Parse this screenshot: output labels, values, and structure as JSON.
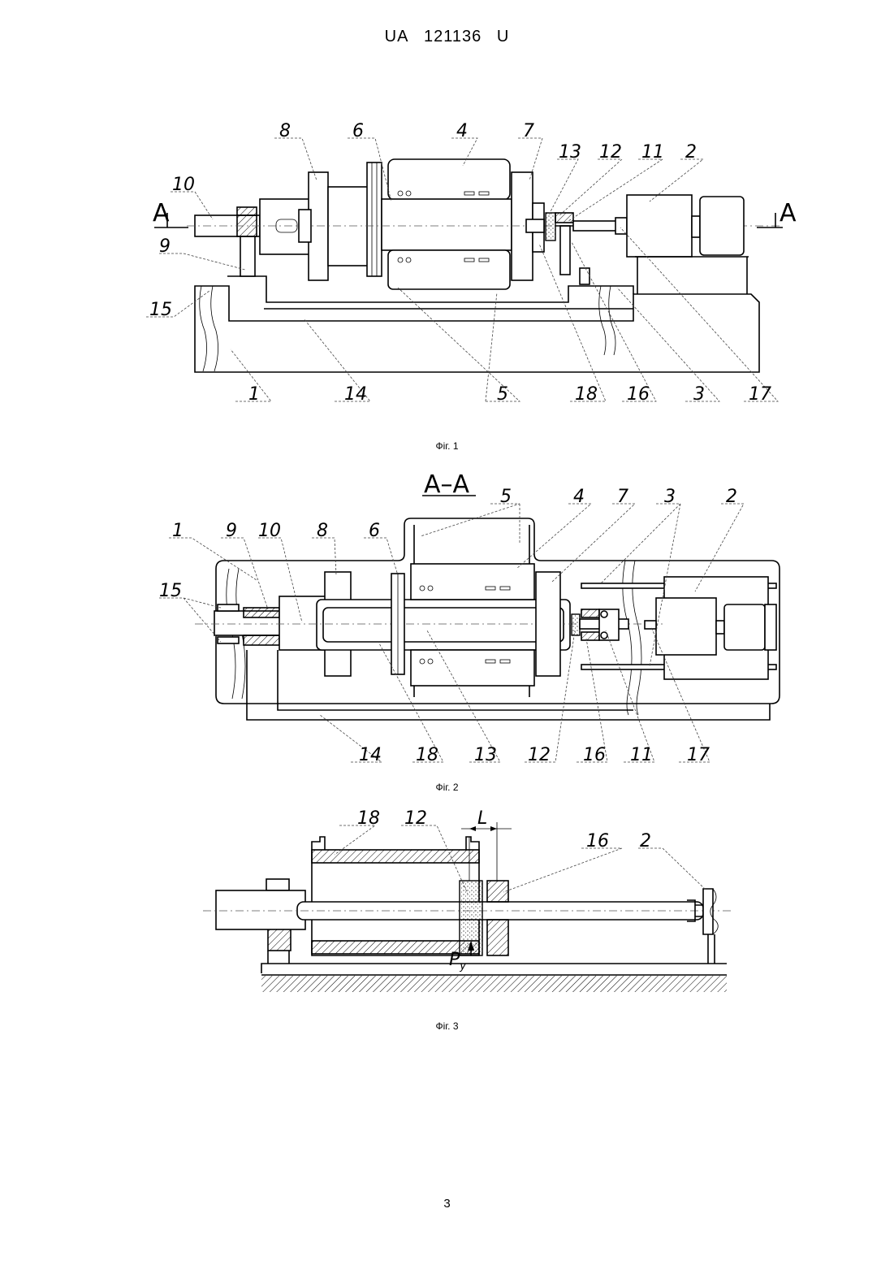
{
  "header": {
    "country": "UA",
    "number": "121136",
    "kind": "U"
  },
  "figures": [
    {
      "caption": "Фіг. 1",
      "section_marks": [
        "A",
        "A"
      ],
      "labels": [
        "8",
        "6",
        "4",
        "7",
        "13",
        "12",
        "11",
        "2",
        "10",
        "9",
        "15",
        "1",
        "14",
        "5",
        "18",
        "16",
        "3",
        "17"
      ]
    },
    {
      "caption": "Фіг. 2",
      "section_title": "A–A",
      "labels": [
        "5",
        "4",
        "7",
        "3",
        "2",
        "1",
        "9",
        "10",
        "8",
        "6",
        "15",
        "14",
        "18",
        "13",
        "12",
        "16",
        "11",
        "17"
      ]
    },
    {
      "caption": "Фіг. 3",
      "labels": [
        "18",
        "12",
        "L",
        "16",
        "2"
      ],
      "force_label": "P",
      "force_sub": "y"
    }
  ],
  "page_number": "3"
}
